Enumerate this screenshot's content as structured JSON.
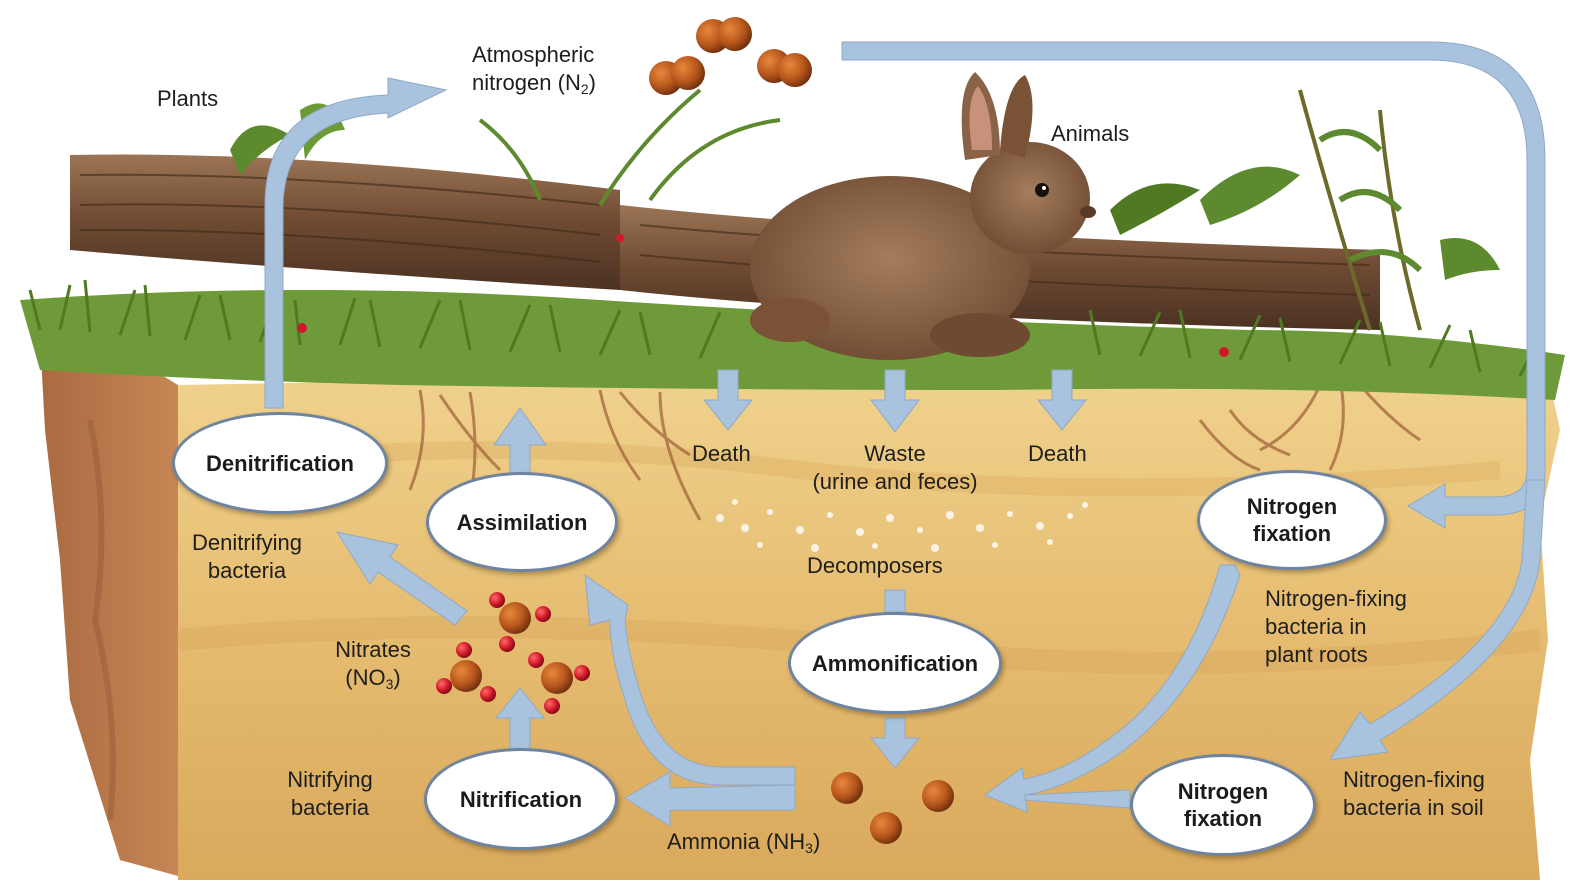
{
  "labels": {
    "plants": "Plants",
    "atmospheric_line1": "Atmospheric",
    "atmospheric_line2": "nitrogen (N",
    "atmospheric_sub": "2",
    "atmospheric_close": ")",
    "animals": "Animals",
    "death_left": "Death",
    "waste_line1": "Waste",
    "waste_line2": "(urine and feces)",
    "death_right": "Death",
    "decomposers": "Decomposers",
    "denitrifying_line1": "Denitrifying",
    "denitrifying_line2": "bacteria",
    "nitrates_line1": "Nitrates",
    "nitrates_line2": "(NO",
    "nitrates_sub": "3",
    "nitrates_close": ")",
    "nitrifying_line1": "Nitrifying",
    "nitrifying_line2": "bacteria",
    "ammonia": "Ammonia (NH",
    "ammonia_sub": "3",
    "ammonia_close": ")",
    "fixing_roots_line1": "Nitrogen-fixing",
    "fixing_roots_line2": "bacteria in",
    "fixing_roots_line3": "plant roots",
    "fixing_soil_line1": "Nitrogen-fixing",
    "fixing_soil_line2": "bacteria in soil"
  },
  "processes": {
    "denitrification": "Denitrification",
    "assimilation": "Assimilation",
    "ammonification": "Ammonification",
    "nitrification": "Nitrification",
    "fixation_roots_line1": "Nitrogen",
    "fixation_roots_line2": "fixation",
    "fixation_soil_line1": "Nitrogen",
    "fixation_soil_line2": "fixation"
  },
  "colors": {
    "arrow": "#a9c3de",
    "soil": "#e5be74",
    "soil_side": "#b9764a",
    "grass": "#5d8a2e",
    "log": "#7a5236",
    "rabbit": "#8a6246",
    "molecule_n": "#b8561c",
    "molecule_o": "#d01c28"
  }
}
